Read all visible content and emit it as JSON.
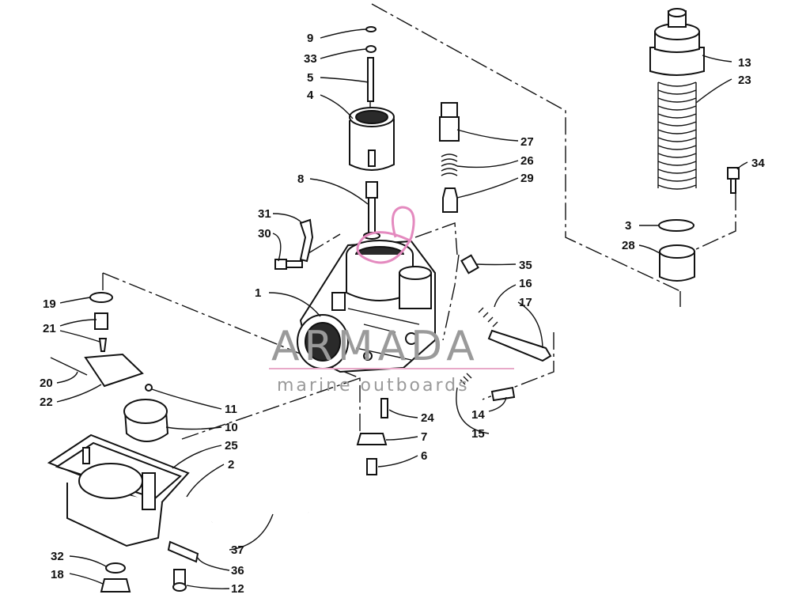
{
  "diagram": {
    "callouts": [
      "1",
      "2",
      "3",
      "4",
      "5",
      "6",
      "7",
      "8",
      "9",
      "10",
      "11",
      "12",
      "13",
      "14",
      "15",
      "16",
      "17",
      "18",
      "19",
      "20",
      "21",
      "22",
      "23",
      "24",
      "25",
      "26",
      "27",
      "28",
      "29",
      "30",
      "31",
      "32",
      "33",
      "34",
      "35",
      "36",
      "37"
    ]
  },
  "watermark": {
    "brand": "ARMADA",
    "tagline": "marine outboards",
    "line_color": "#e8a9c8",
    "logo_color": "#e48abf"
  }
}
